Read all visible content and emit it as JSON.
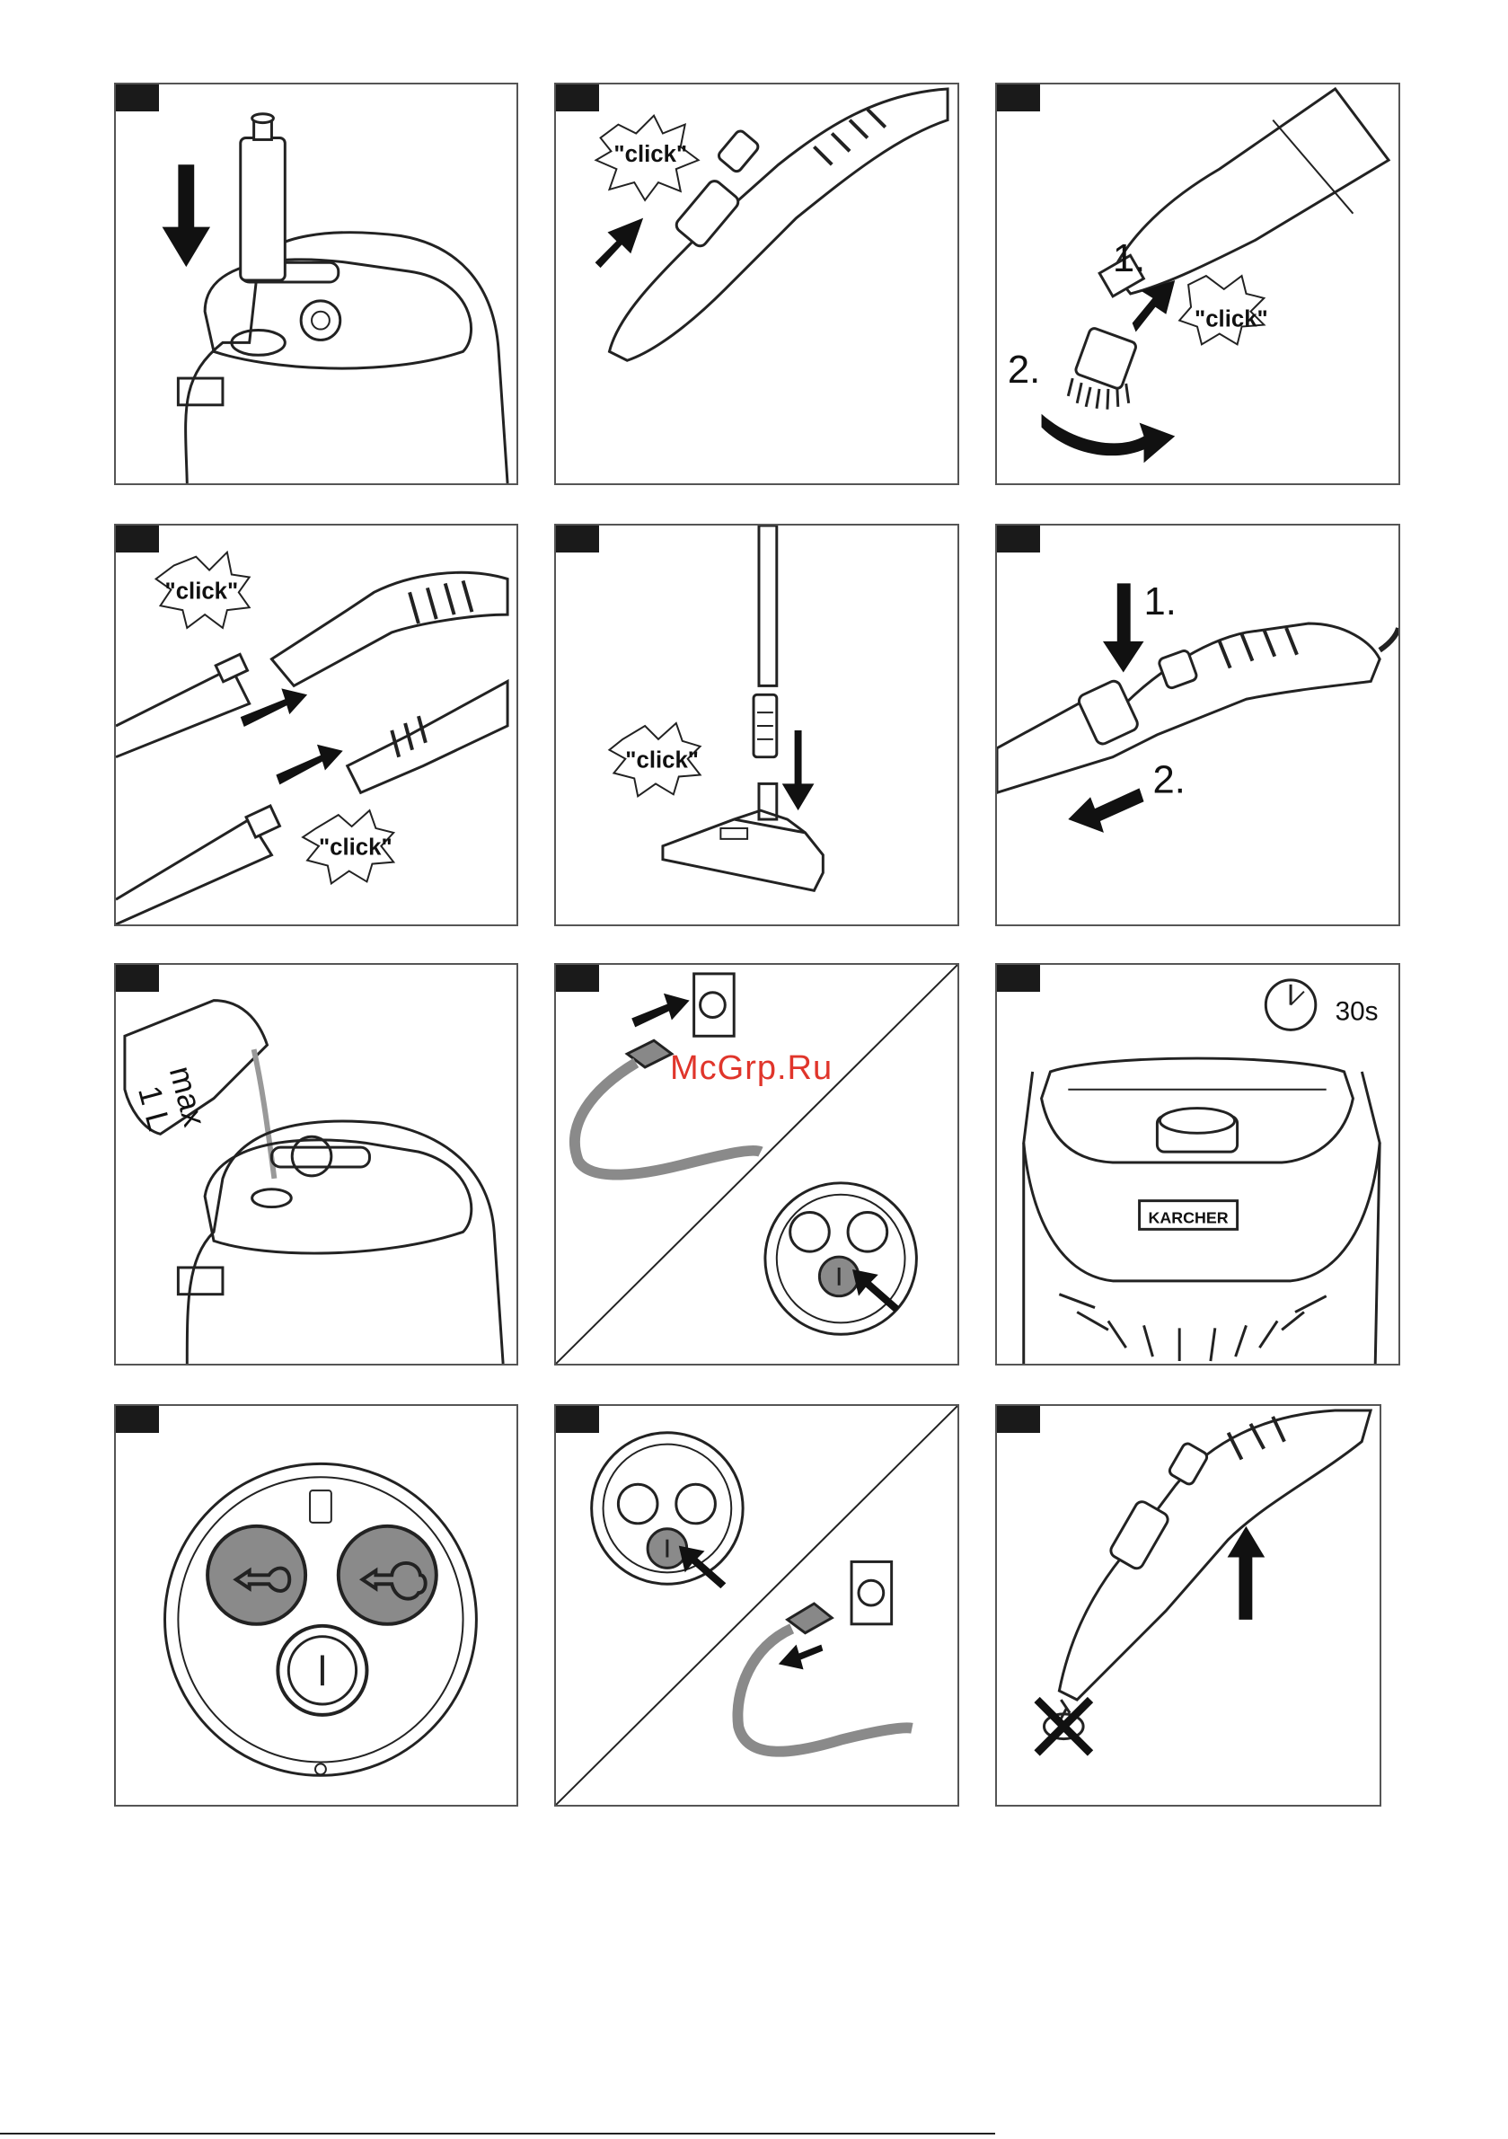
{
  "labels": {
    "click": "\"click\"",
    "step1": "1.",
    "step2": "2.",
    "max_volume": "max",
    "volume": "1 L",
    "time": "30s",
    "brand": "KARCHER"
  },
  "watermark": "McGrp.Ru",
  "colors": {
    "ink": "#111111",
    "border": "#555555",
    "tag": "#1a1a1a",
    "button_fill": "#8a8a8a",
    "cable": "#8a8a8a",
    "watermark": "#e0352b"
  }
}
